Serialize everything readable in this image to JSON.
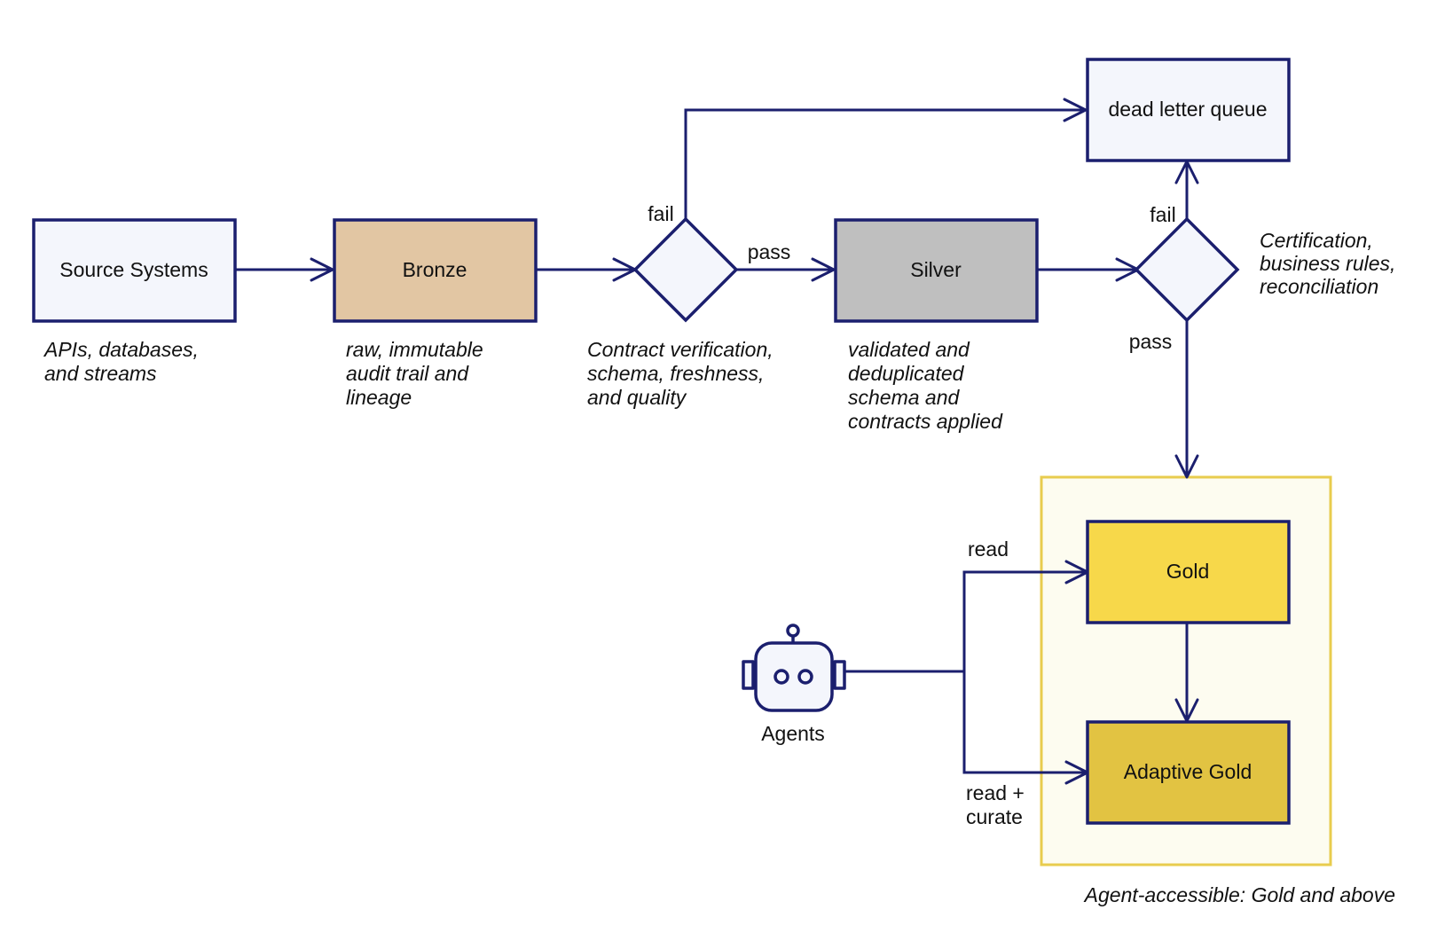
{
  "colors": {
    "stroke": "#1b1f6e",
    "source_fill": "#f4f6fc",
    "bronze_fill": "#e2c6a3",
    "silver_fill": "#bfbfbf",
    "gold_fill": "#f7d84a",
    "adaptive_gold_fill": "#e2c342",
    "dlq_fill": "#f4f6fc",
    "agent_zone_fill": "#fdfcf0",
    "agent_zone_border": "#e8cc4e"
  },
  "nodes": {
    "source": {
      "label": "Source Systems",
      "caption": [
        "APIs, databases,",
        "and streams"
      ]
    },
    "bronze": {
      "label": "Bronze",
      "caption": [
        "raw, immutable",
        "audit trail and",
        "lineage"
      ]
    },
    "contract_check": {
      "caption": [
        "Contract verification,",
        "schema, freshness,",
        "and quality"
      ]
    },
    "silver": {
      "label": "Silver",
      "caption": [
        "validated and",
        "deduplicated",
        "schema and",
        "contracts applied"
      ]
    },
    "certification_check": {
      "caption": [
        "Certification,",
        "business rules,",
        "reconciliation"
      ]
    },
    "dlq": {
      "label": "dead letter queue"
    },
    "gold": {
      "label": "Gold"
    },
    "adaptive_gold": {
      "label": "Adaptive Gold"
    },
    "agents": {
      "label": "Agents",
      "icon": "robot-icon"
    }
  },
  "edges": {
    "contract_fail": "fail",
    "contract_pass": "pass",
    "cert_fail": "fail",
    "cert_pass": "pass",
    "agent_read": "read",
    "agent_read_curate": [
      "read +",
      "curate"
    ]
  },
  "zone": {
    "label": "Agent-accessible: Gold and above"
  }
}
